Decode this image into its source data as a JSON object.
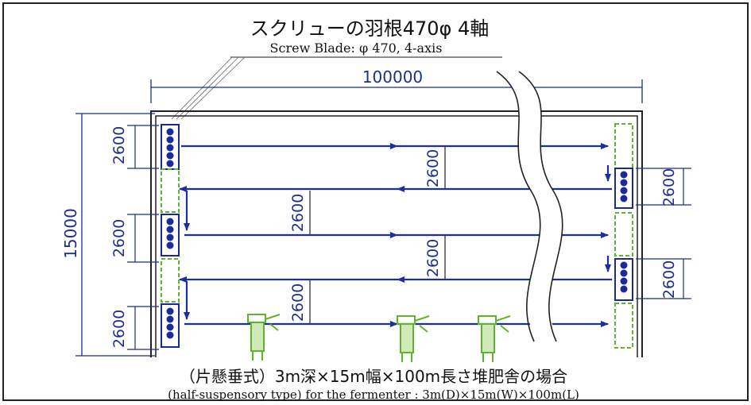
{
  "title": {
    "jp": "スクリューの羽根470φ 4軸",
    "en": "Screw Blade: φ 470, 4-axis"
  },
  "dimensions": {
    "length": "100000",
    "width": "15000",
    "lane_left": "2600",
    "lane_right": "2600",
    "lane_inner": "2600"
  },
  "caption": {
    "jp": "（片懸垂式）3m深×15m幅×100m長さ堆肥舎の場合",
    "en": "(half-suspensory type)  for the fermenter : 3m(D)×15m(W)×100m(L)"
  },
  "colors": {
    "dim_line": "#1c2f8a",
    "flow_arrow": "#1a2fa0",
    "blade": "#1b2a9a",
    "machine": "#5fb52a",
    "outline": "#222222"
  }
}
